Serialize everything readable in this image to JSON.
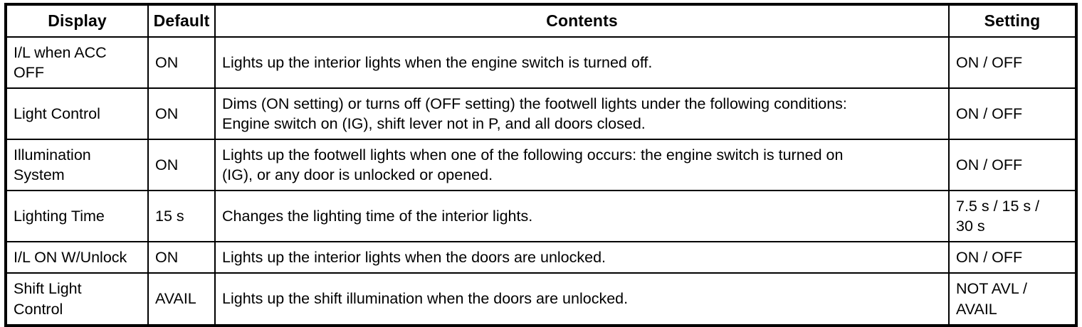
{
  "table": {
    "name": "vehicle-interior-lighting-settings-table",
    "columns": [
      {
        "key": "display",
        "label": "Display"
      },
      {
        "key": "default",
        "label": "Default"
      },
      {
        "key": "contents",
        "label": "Contents"
      },
      {
        "key": "setting",
        "label": "Setting"
      }
    ],
    "rows": [
      {
        "display": "I/L when ACC\nOFF",
        "default": "ON",
        "contents": "Lights up the interior lights when the engine switch is turned off.",
        "setting": "ON / OFF"
      },
      {
        "display": "Light Control",
        "default": "ON",
        "contents": "Dims (ON setting) or turns off (OFF setting) the footwell lights under the following conditions:\nEngine switch on (IG), shift lever not in P, and all doors closed.",
        "setting": "ON / OFF"
      },
      {
        "display": "Illumination\nSystem",
        "default": "ON",
        "contents": "Lights up the footwell lights when one of the following occurs: the engine switch is turned on\n(IG), or any door is unlocked or opened.",
        "setting": "ON / OFF"
      },
      {
        "display": "Lighting Time",
        "default": "15 s",
        "contents": "Changes the lighting time of the interior lights.",
        "setting": "7.5 s / 15 s /\n30 s"
      },
      {
        "display": "I/L ON W/Unlock",
        "default": "ON",
        "contents": "Lights up the interior lights when the doors are unlocked.",
        "setting": "ON / OFF"
      },
      {
        "display": "Shift Light\nControl",
        "default": "AVAIL",
        "contents": "Lights up the shift illumination when the doors are unlocked.",
        "setting": "NOT AVL /\nAVAIL"
      }
    ]
  },
  "colors": {
    "border": "#000000",
    "text": "#000000",
    "background": "#ffffff"
  }
}
